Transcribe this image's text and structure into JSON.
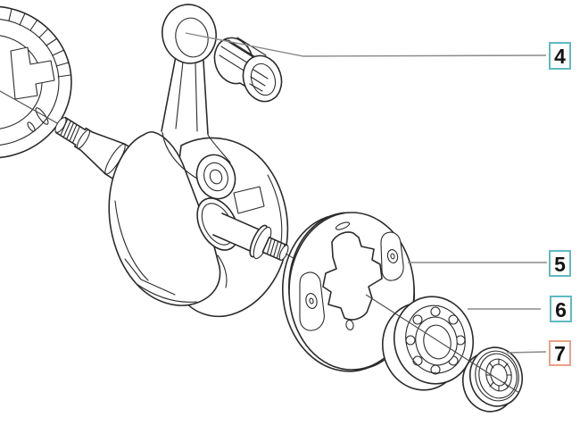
{
  "diagram": {
    "background": "#ffffff",
    "outline_color": "#2b2b2b",
    "leader_color": "#8a8a8a",
    "callouts": [
      {
        "number": "4",
        "border_color": "#5fbac0"
      },
      {
        "number": "5",
        "border_color": "#5fbac0"
      },
      {
        "number": "6",
        "border_color": "#5fbac0"
      },
      {
        "number": "7",
        "border_color": "#eba186"
      }
    ]
  }
}
